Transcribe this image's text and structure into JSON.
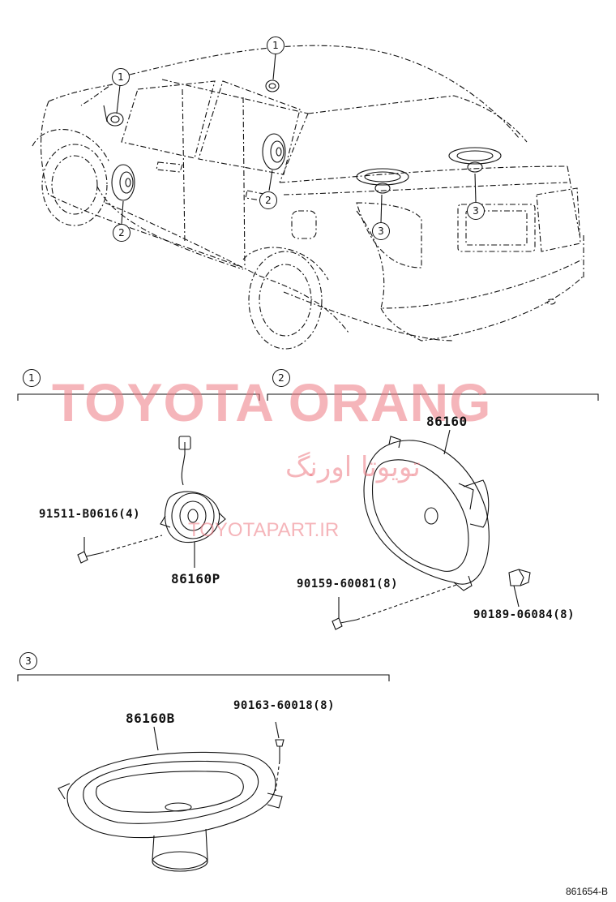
{
  "watermarks": {
    "main": "TOYOTA ORANG",
    "persian": "تویوتا اورنگ",
    "url": "TOYOTAPART.IR"
  },
  "callouts": {
    "car": [
      "1",
      "1",
      "2",
      "2",
      "3",
      "3"
    ],
    "sections": [
      "1",
      "2",
      "3"
    ]
  },
  "parts": {
    "tweeter_bolt": "91511-B0616(4)",
    "tweeter": "86160P",
    "front_speaker": "86160",
    "front_bolt": "90159-60081(8)",
    "front_nut": "90189-06084(8)",
    "rear_bolt": "90163-60018(8)",
    "rear_speaker": "86160B"
  },
  "figure_code": "861654-B",
  "colors": {
    "line": "#111111",
    "watermark": "#ec7882"
  }
}
